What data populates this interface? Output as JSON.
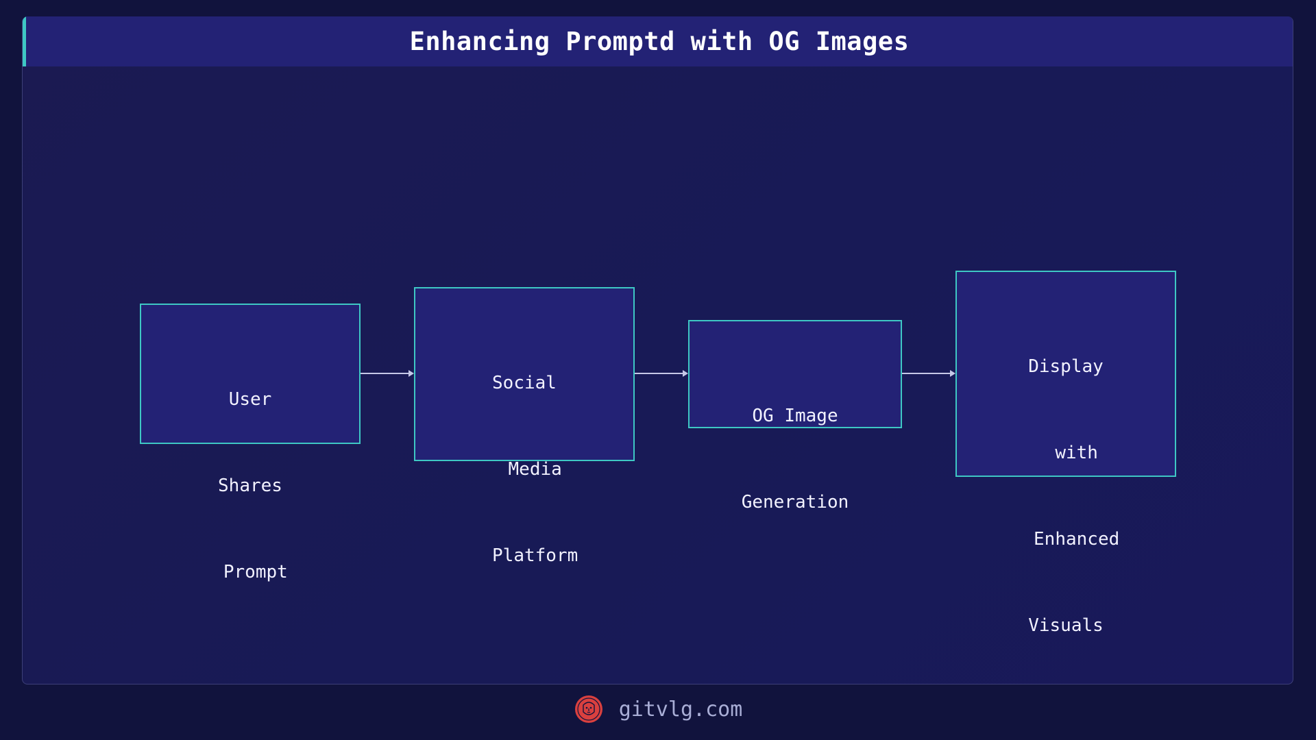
{
  "header": {
    "title": "Enhancing Promptd with OG Images"
  },
  "diagram": {
    "type": "flowchart",
    "direction": "left-to-right",
    "nodes": [
      {
        "id": "n1",
        "label_lines": [
          "User",
          "Shares",
          " Prompt"
        ]
      },
      {
        "id": "n2",
        "label_lines": [
          "Social",
          "  Media",
          "  Platform"
        ]
      },
      {
        "id": "n3",
        "label_lines": [
          "OG Image",
          "Generation"
        ]
      },
      {
        "id": "n4",
        "label_lines": [
          "Display",
          "  with",
          "  Enhanced",
          "Visuals"
        ]
      }
    ],
    "edges": [
      {
        "from": "n1",
        "to": "n2"
      },
      {
        "from": "n2",
        "to": "n3"
      },
      {
        "from": "n3",
        "to": "n4"
      }
    ]
  },
  "colors": {
    "background": "#11133d",
    "panel": "#1a1a55",
    "header": "#232275",
    "accent": "#3ec8c4",
    "node_fill": "#232275",
    "arrow": "#c6c8e8",
    "logo": "#d9403f"
  },
  "footer": {
    "logo_icon": "lion-logo-icon",
    "site": "gitvlg.com"
  }
}
